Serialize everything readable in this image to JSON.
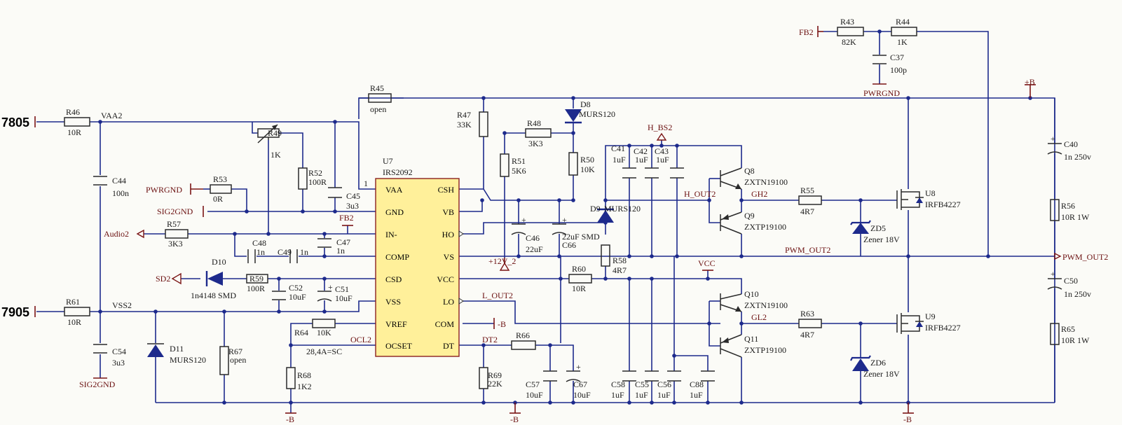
{
  "net_labels": {
    "in_7805": "7805",
    "in_7905": "7905",
    "vaa2": "VAA2",
    "vss2": "VSS2",
    "pwrgnd_left": "PWRGND",
    "sig2gnd_left": "SIG2GND",
    "audio2": "Audio2",
    "sd2": "SD2",
    "sig2gnd_bottom": "SIG2GND",
    "fb2_top": "FB2",
    "fb2_ic": "FB2",
    "pwrgnd_top": "PWRGND",
    "plus_b": "+B",
    "h_bs2": "H_BS2",
    "h_out2": "H_OUT2",
    "gh2": "GH2",
    "pwm_out2_net": "PWM_OUT2",
    "pwm_out2_port": "PWM_OUT2",
    "plus12v": "+12V_2",
    "vcc": "VCC",
    "l_out2": "L_OUT2",
    "gl2": "GL2",
    "ocl2": "OCL2",
    "dt2": "DT2",
    "ocl_note": "28,4A=SC",
    "minus_b_1": "-B",
    "minus_b_2": "-B",
    "minus_b_3": "-B",
    "minus_b_com": "-B"
  },
  "ic": {
    "ref": "U7",
    "part": "IRS2092",
    "pin1": "1",
    "left_pins": [
      "VAA",
      "GND",
      "IN-",
      "COMP",
      "CSD",
      "VSS",
      "VREF",
      "OCSET"
    ],
    "right_pins": [
      "CSH",
      "VB",
      "HO",
      "VS",
      "VCC",
      "LO",
      "COM",
      "DT"
    ]
  },
  "parts": {
    "R46": {
      "ref": "R46",
      "val": "10R"
    },
    "R61": {
      "ref": "R61",
      "val": "10R"
    },
    "C44": {
      "ref": "C44",
      "val": "100n"
    },
    "C54": {
      "ref": "C54",
      "val": "3u3"
    },
    "D11": {
      "ref": "D11",
      "val": "MURS120"
    },
    "R67": {
      "ref": "R67",
      "val": "open"
    },
    "R49": {
      "ref": "R49",
      "val": "1K"
    },
    "R52": {
      "ref": "R52",
      "val": "100R"
    },
    "R53": {
      "ref": "R53",
      "val": "0R"
    },
    "R57": {
      "ref": "R57",
      "val": "3K3"
    },
    "C48": {
      "ref": "C48",
      "val": "1n"
    },
    "C49": {
      "ref": "C49",
      "val": "1n"
    },
    "C45": {
      "ref": "C45",
      "val": "3u3"
    },
    "C47": {
      "ref": "C47",
      "val": "1n"
    },
    "R45": {
      "ref": "R45",
      "val": "open"
    },
    "D10": {
      "ref": "D10",
      "val": "1n4148 SMD"
    },
    "R59": {
      "ref": "R59",
      "val": "100R"
    },
    "C52": {
      "ref": "C52",
      "val": "10uF"
    },
    "C51": {
      "ref": "C51",
      "val": "10uF"
    },
    "R64": {
      "ref": "R64",
      "val": "10K"
    },
    "R68": {
      "ref": "R68",
      "val": "1K2"
    },
    "R47": {
      "ref": "R47",
      "val": "33K"
    },
    "R48": {
      "ref": "R48",
      "val": "3K3"
    },
    "D8": {
      "ref": "D8",
      "val": "MURS120"
    },
    "R51": {
      "ref": "R51",
      "val": "5K6"
    },
    "R50": {
      "ref": "R50",
      "val": "10K"
    },
    "C46": {
      "ref": "C46",
      "val": "22uF"
    },
    "C66": {
      "ref": "C66",
      "val": "22uF SMD"
    },
    "D9": {
      "ref": "D9",
      "val": "MURS120"
    },
    "R58": {
      "ref": "R58",
      "val": "4R7"
    },
    "R60": {
      "ref": "R60",
      "val": "10R"
    },
    "R66": {
      "ref": "R66",
      "val": ""
    },
    "R69": {
      "ref": "R69",
      "val": "22K"
    },
    "C57": {
      "ref": "C57",
      "val": "10uF"
    },
    "C67": {
      "ref": "C67",
      "val": "10uF"
    },
    "C41": {
      "ref": "C41",
      "val": "1uF"
    },
    "C42": {
      "ref": "C42",
      "val": "1uF"
    },
    "C43": {
      "ref": "C43",
      "val": "1uF"
    },
    "C58": {
      "ref": "C58",
      "val": "1uF"
    },
    "C55": {
      "ref": "C55",
      "val": "1uF"
    },
    "C56": {
      "ref": "C56",
      "val": "1uF"
    },
    "C88": {
      "ref": "C88",
      "val": "1uF"
    },
    "Q8": {
      "ref": "Q8",
      "val": "ZXTN19100"
    },
    "Q9": {
      "ref": "Q9",
      "val": "ZXTP19100"
    },
    "Q10": {
      "ref": "Q10",
      "val": "ZXTN19100"
    },
    "Q11": {
      "ref": "Q11",
      "val": "ZXTP19100"
    },
    "R55": {
      "ref": "R55",
      "val": "4R7"
    },
    "R63": {
      "ref": "R63",
      "val": "4R7"
    },
    "ZD5": {
      "ref": "ZD5",
      "val": "Zener 18V"
    },
    "ZD6": {
      "ref": "ZD6",
      "val": "Zener 18V"
    },
    "U8": {
      "ref": "U8",
      "val": "IRFB4227"
    },
    "U9": {
      "ref": "U9",
      "val": "IRFB4227"
    },
    "R43": {
      "ref": "R43",
      "val": "82K"
    },
    "R44": {
      "ref": "R44",
      "val": "1K"
    },
    "C37": {
      "ref": "C37",
      "val": "100p"
    },
    "C40": {
      "ref": "C40",
      "val": "1n 250v"
    },
    "R56": {
      "ref": "R56",
      "val": "10R 1W"
    },
    "C50": {
      "ref": "C50",
      "val": "1n 250v"
    },
    "R65": {
      "ref": "R65",
      "val": "10R 1W"
    }
  },
  "colors": {
    "wire": "#1d2a8c",
    "body": "#fff09a",
    "net": "#7a1414",
    "background": "#fbfbf7"
  }
}
